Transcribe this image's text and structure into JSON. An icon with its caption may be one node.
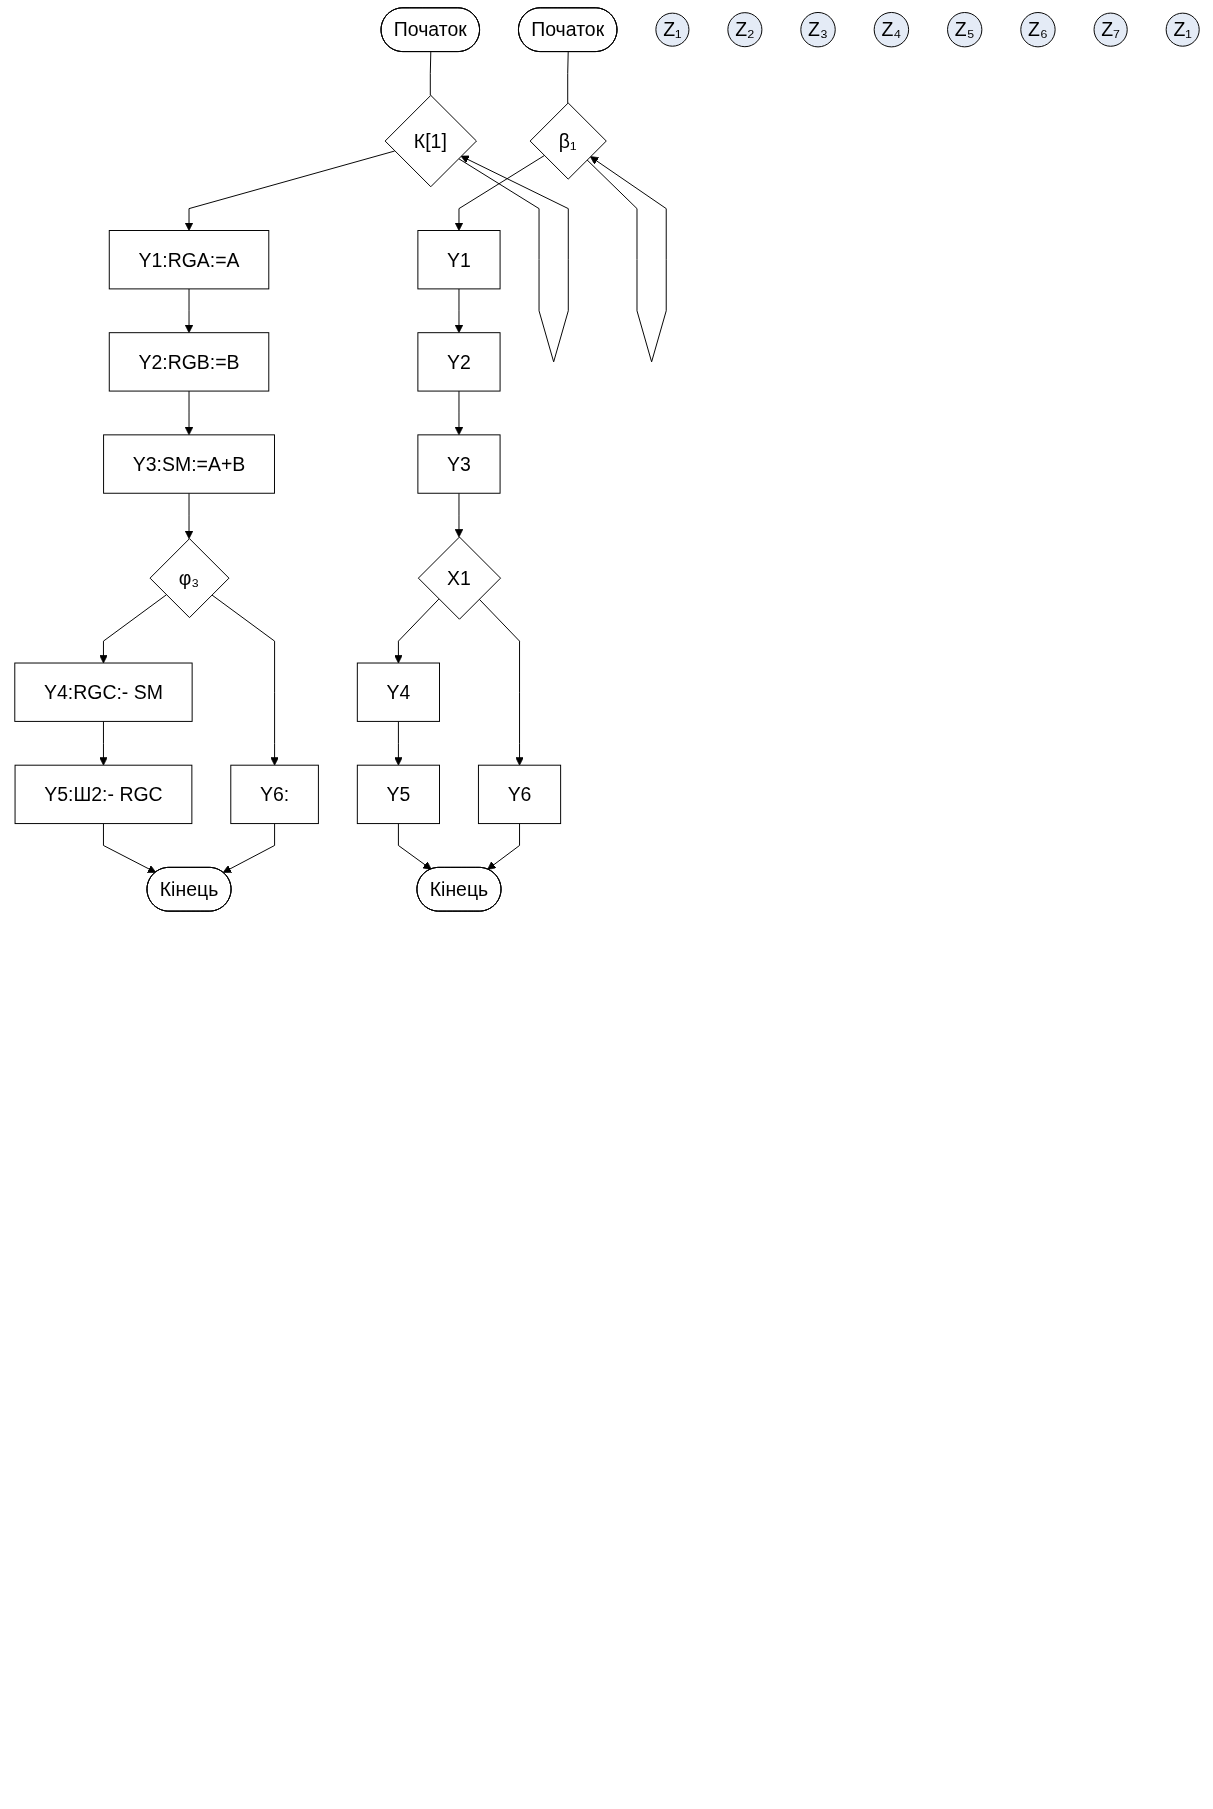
{
  "diagram": {
    "nodes": [
      {
        "text": [
          "Початок"
        ]
      },
      {
        "text": [
          "К[1]"
        ]
      },
      {
        "text": [
          "Y1:RGA:=A"
        ]
      },
      {
        "text": [
          "Y2:RGB:=B"
        ]
      },
      {
        "text": [
          "Y3:SM:=A+B"
        ]
      },
      {
        "text": [
          "φ₃"
        ]
      },
      {
        "text": [
          "Y4:RGC:- SM"
        ]
      },
      {
        "text": [
          "Y6:"
        ]
      },
      {
        "text": [
          "Y5:Ш2:- RGC"
        ]
      },
      {
        "text": [
          "Кінець"
        ]
      },
      {
        "text": [
          "Початок"
        ]
      },
      {
        "text": [
          "β₁"
        ]
      },
      {
        "text": [
          "Y1"
        ]
      },
      {
        "text": [
          "Y2"
        ]
      },
      {
        "text": [
          "Y3"
        ]
      },
      {
        "text": [
          "X1"
        ]
      },
      {
        "text": [
          "Y4"
        ]
      },
      {
        "text": [
          "Y6"
        ]
      },
      {
        "text": [
          "Y5"
        ]
      },
      {
        "text": [
          "Кінець"
        ]
      },
      {
        "text": [
          "Z₁"
        ]
      },
      {
        "text": [
          "Z₂"
        ]
      },
      {
        "text": [
          "Z₃"
        ]
      },
      {
        "text": [
          "Z₄"
        ]
      },
      {
        "text": [
          "Z₅"
        ]
      },
      {
        "text": [
          "Z₆"
        ]
      },
      {
        "text": [
          "Z₇"
        ]
      },
      {
        "text": [
          "Z₁"
        ]
      }
    ],
    "edges": [
      {
        "from": 0,
        "to": 1,
        "arrow": "none"
      },
      {
        "from": 1,
        "to": 1,
        "arrow": "to"
      },
      {
        "from": 1,
        "to": 2,
        "arrow": "to"
      },
      {
        "from": 2,
        "to": 3,
        "arrow": "to"
      },
      {
        "from": 3,
        "to": 4,
        "arrow": "to"
      },
      {
        "from": 4,
        "to": 5,
        "arrow": "to"
      },
      {
        "from": 5,
        "to": 6,
        "arrow": "to"
      },
      {
        "from": 5,
        "to": 7,
        "arrow": "to"
      },
      {
        "from": 6,
        "to": 8,
        "arrow": "to"
      },
      {
        "from": 8,
        "to": 9,
        "arrow": "to"
      },
      {
        "from": 7,
        "to": 9,
        "arrow": "to"
      },
      {
        "from": 10,
        "to": 11,
        "arrow": "none"
      },
      {
        "from": 11,
        "to": 11,
        "arrow": "to"
      },
      {
        "from": 11,
        "to": 12,
        "arrow": "to"
      },
      {
        "from": 12,
        "to": 13,
        "arrow": "to"
      },
      {
        "from": 13,
        "to": 14,
        "arrow": "to"
      },
      {
        "from": 14,
        "to": 15,
        "arrow": "to"
      },
      {
        "from": 15,
        "to": 16,
        "arrow": "to"
      },
      {
        "from": 15,
        "to": 17,
        "arrow": "to"
      },
      {
        "from": 16,
        "to": 18,
        "arrow": "to"
      },
      {
        "from": 18,
        "to": 19,
        "arrow": "to"
      },
      {
        "from": 17,
        "to": 19,
        "arrow": "to"
      }
    ]
  }
}
